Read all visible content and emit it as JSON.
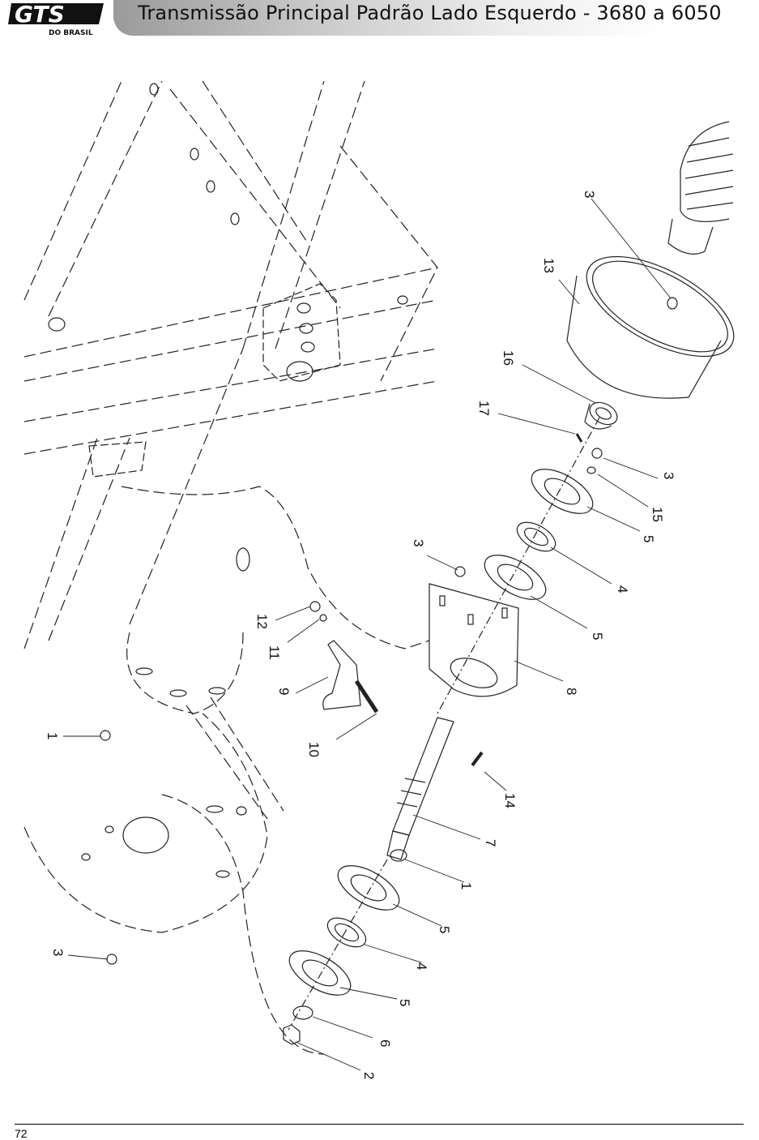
{
  "header": {
    "logo_text": "GTS",
    "logo_subtext": "DO BRASIL",
    "title": "Transmissão Principal Padrão Lado Esquerdo - 3680 a 6050"
  },
  "callouts": [
    {
      "id": "c3a",
      "label": "3"
    },
    {
      "id": "c13",
      "label": "13"
    },
    {
      "id": "c16",
      "label": "16"
    },
    {
      "id": "c17",
      "label": "17"
    },
    {
      "id": "c3b",
      "label": "3"
    },
    {
      "id": "c15",
      "label": "15"
    },
    {
      "id": "c5a",
      "label": "5"
    },
    {
      "id": "c4a",
      "label": "4"
    },
    {
      "id": "c3c",
      "label": "3"
    },
    {
      "id": "c5b",
      "label": "5"
    },
    {
      "id": "c8",
      "label": "8"
    },
    {
      "id": "c12",
      "label": "12"
    },
    {
      "id": "c11",
      "label": "11"
    },
    {
      "id": "c9",
      "label": "9"
    },
    {
      "id": "c10",
      "label": "10"
    },
    {
      "id": "c1a",
      "label": "1"
    },
    {
      "id": "c14",
      "label": "14"
    },
    {
      "id": "c7",
      "label": "7"
    },
    {
      "id": "c1b",
      "label": "1"
    },
    {
      "id": "c5c",
      "label": "5"
    },
    {
      "id": "c4b",
      "label": "4"
    },
    {
      "id": "c5d",
      "label": "5"
    },
    {
      "id": "c3d",
      "label": "3"
    },
    {
      "id": "c6",
      "label": "6"
    },
    {
      "id": "c2",
      "label": "2"
    }
  ],
  "footer": {
    "page_number": "72"
  }
}
